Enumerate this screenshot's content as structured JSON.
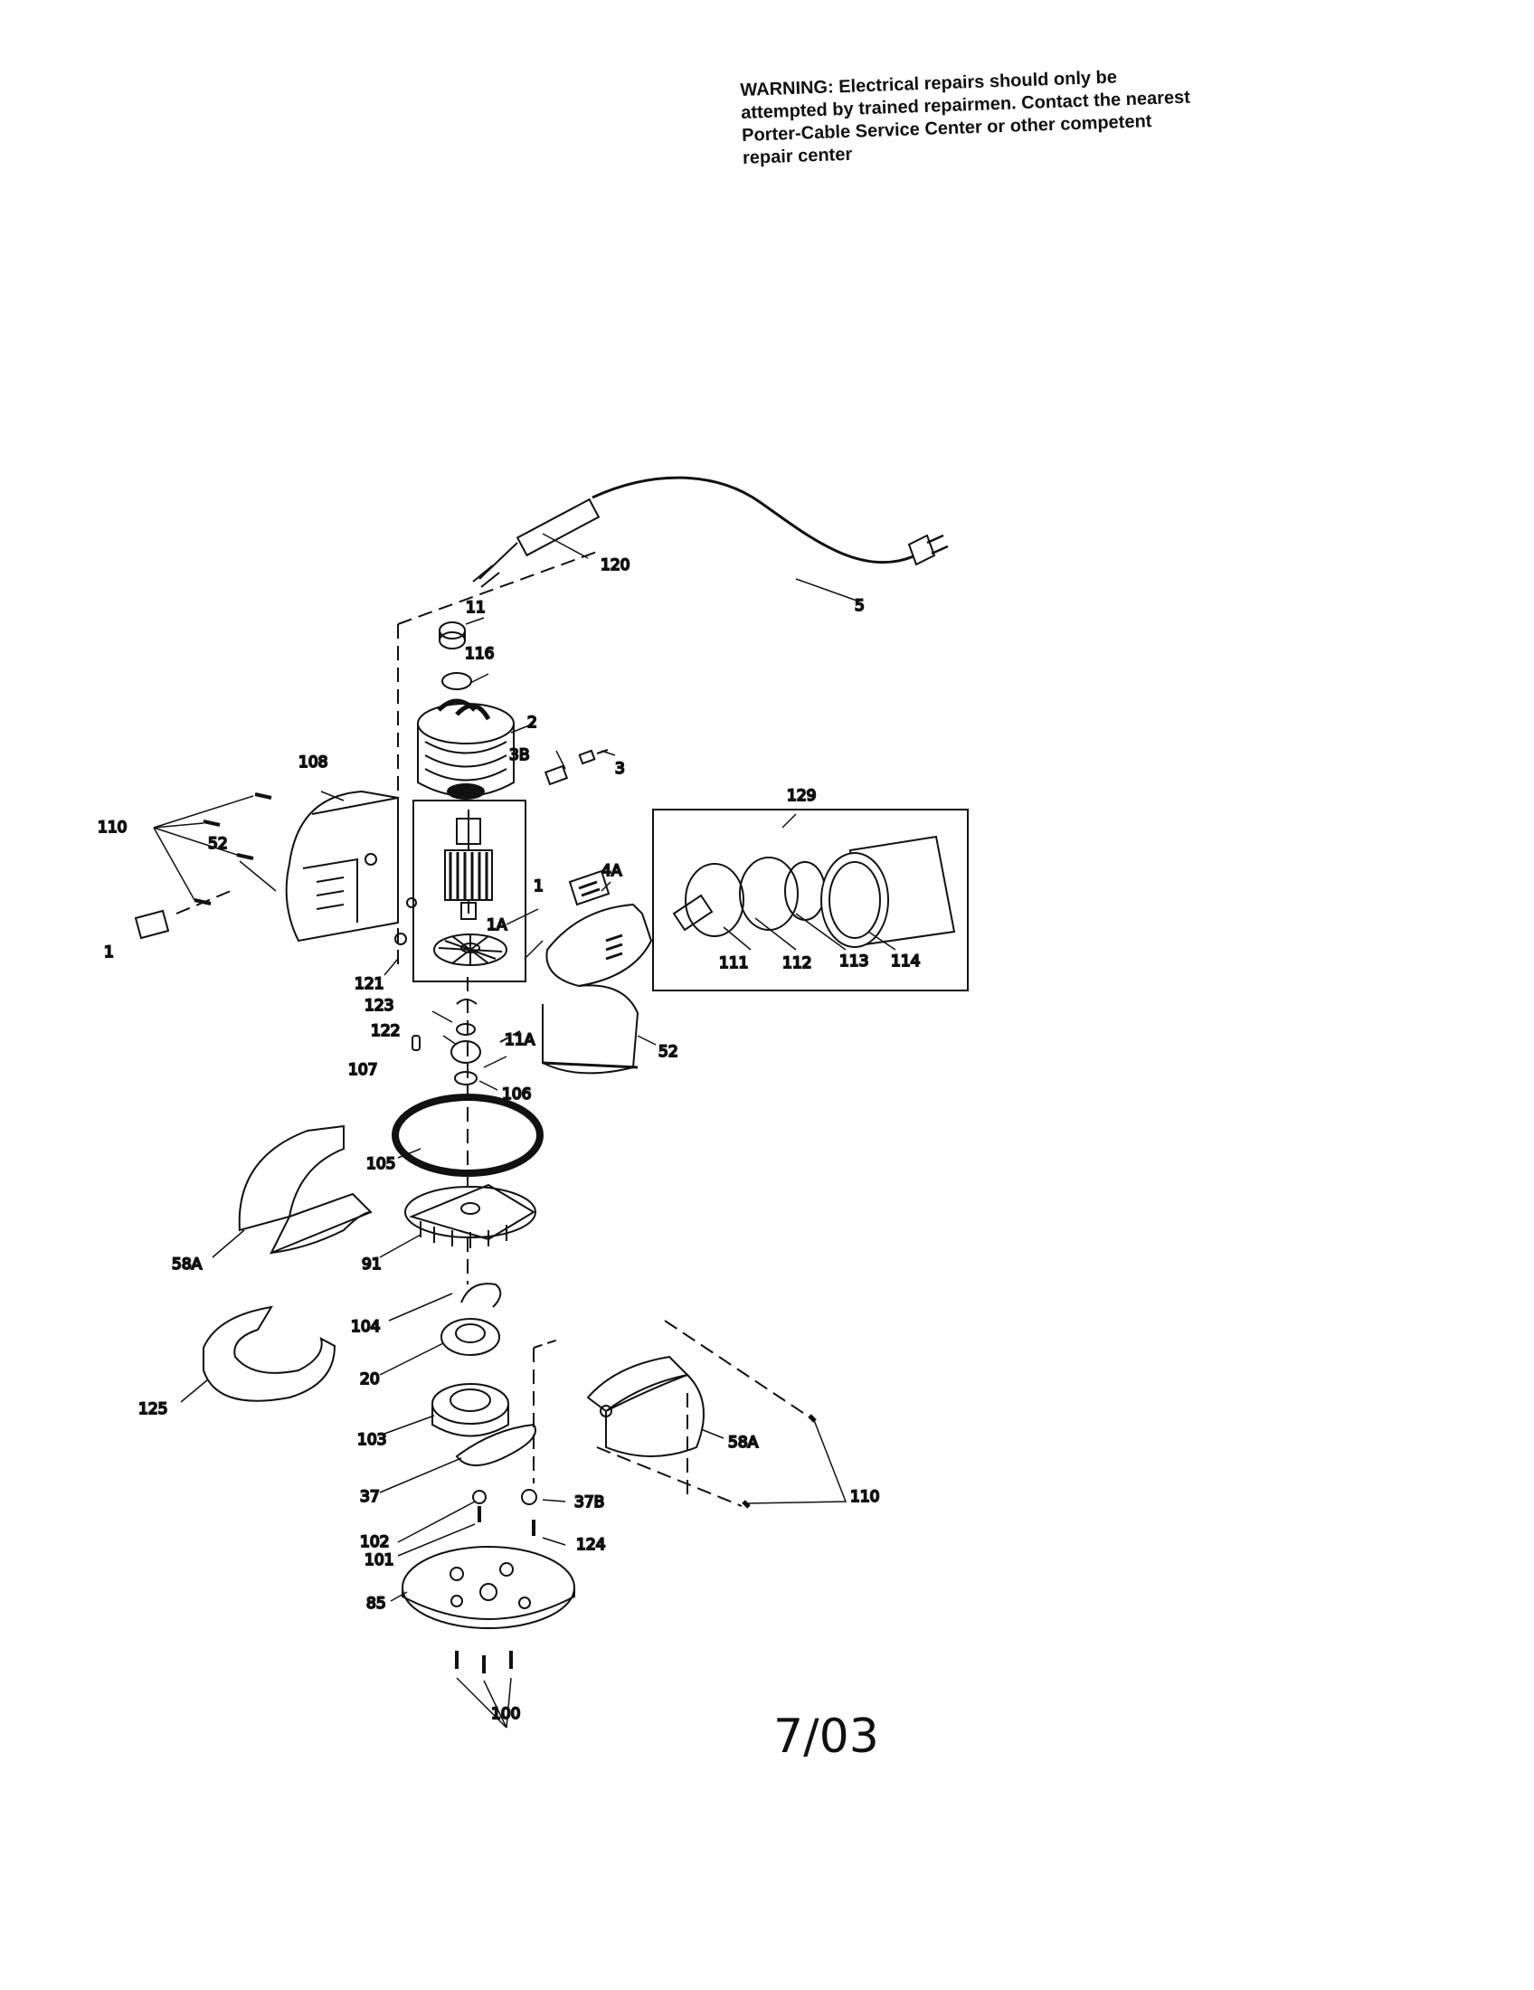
{
  "warning": {
    "lines": [
      "WARNING: Electrical repairs should only be",
      "attempted by trained repairmen. Contact the nearest",
      "Porter-Cable Service Center or other competent",
      "repair center"
    ]
  },
  "revision": "7/03",
  "parts": {
    "p120": "120",
    "p5": "5",
    "p11": "11",
    "p116": "116",
    "p2": "2",
    "p3B": "3B",
    "p3": "3",
    "p108": "108",
    "p129": "129",
    "p110a": "110",
    "p52a": "52",
    "p1": "1",
    "p4A": "4A",
    "p1A": "1A",
    "p121": "121",
    "p1b": "1",
    "p123": "123",
    "p122": "122",
    "p11A": "11A",
    "p111": "111",
    "p112": "112",
    "p113": "113",
    "p114": "114",
    "p52b": "52",
    "p107": "107",
    "p106": "106",
    "p105": "105",
    "p58Aa": "58A",
    "p91": "91",
    "p104": "104",
    "p20": "20",
    "p125": "125",
    "p103": "103",
    "p58Ab": "58A",
    "p37": "37",
    "p37B": "37B",
    "p110b": "110",
    "p102": "102",
    "p101": "101",
    "p124": "124",
    "p85": "85",
    "p100": "100"
  }
}
